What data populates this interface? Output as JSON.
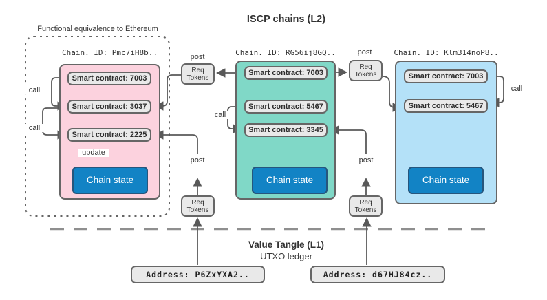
{
  "title": "ISCP chains (L2)",
  "annotation": "Functional equivalence to Ethereum",
  "edge_labels": {
    "post": "post",
    "call": "call",
    "update": "update"
  },
  "req_box": {
    "line1": "Req",
    "line2": "Tokens"
  },
  "chains": [
    {
      "id_label": "Chain. ID: Pmc7iH8b..",
      "fill": "#fcd2de",
      "contracts": [
        "Smart contract: 7003",
        "Smart contract: 3037",
        "Smart contract: 2225"
      ],
      "state": "Chain state"
    },
    {
      "id_label": "Chain. ID: RG56ij8GQ..",
      "fill": "#80d8c7",
      "contracts": [
        "Smart contract: 7003",
        "Smart contract: 5467",
        "Smart contract: 3345"
      ],
      "state": "Chain state"
    },
    {
      "id_label": "Chain. ID: Klm314noP8..",
      "fill": "#b4e1f8",
      "contracts": [
        "Smart contract: 7003",
        "Smart contract: 5467"
      ],
      "state": "Chain state"
    }
  ],
  "l1": {
    "title": "Value Tangle (L1)",
    "subtitle": "UTXO ledger",
    "addresses": [
      "Address: P6ZxYXA2..",
      "Address: d67HJ84cz.."
    ]
  },
  "colors": {
    "chain_pink": "#fcd2de",
    "chain_teal": "#80d8c7",
    "chain_blue": "#b4e1f8",
    "chain_state_fill": "#1283c5",
    "box_gray": "#e9e9e9",
    "stroke_gray": "#666666",
    "arrow": "#595959"
  }
}
